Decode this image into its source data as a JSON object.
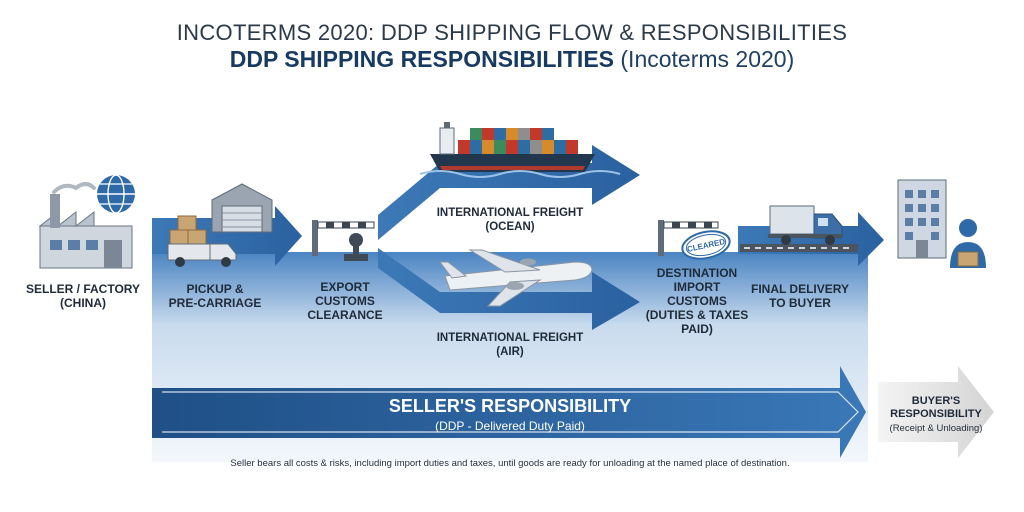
{
  "header": {
    "title": "INCOTERMS 2020: DDP SHIPPING FLOW & RESPONSIBILITIES",
    "subtitle_bold": "DDP SHIPPING RESPONSIBILITIES",
    "subtitle_rest": " (Incoterms 2020)"
  },
  "steps": {
    "seller": "SELLER / FACTORY\n(CHINA)",
    "pickup": "PICKUP &\nPRE-CARRIAGE",
    "export": "EXPORT\nCUSTOMS\nCLEARANCE",
    "ocean": "INTERNATIONAL FREIGHT\n(OCEAN)",
    "air": "INTERNATIONAL FREIGHT\n(AIR)",
    "destination": "DESTINATION\nIMPORT\nCUSTOMS\n(DUTIES & TAXES\nPAID)",
    "final": "FINAL DELIVERY\nTO BUYER"
  },
  "stamp": "CLEARED",
  "responsibility": {
    "seller_title": "SELLER'S RESPONSIBILITY",
    "seller_sub": "(DDP - Delivered Duty Paid)",
    "buyer_title": "BUYER'S\nRESPONSIBILITY",
    "buyer_sub": "(Receipt & Unloading)"
  },
  "footnote": "Seller bears all costs & risks, including import duties and taxes, until goods are ready for unloading at the named place of destination.",
  "colors": {
    "primary": "#2f6aa8",
    "dark": "#1f3f66",
    "light": "#dfe9f4"
  }
}
